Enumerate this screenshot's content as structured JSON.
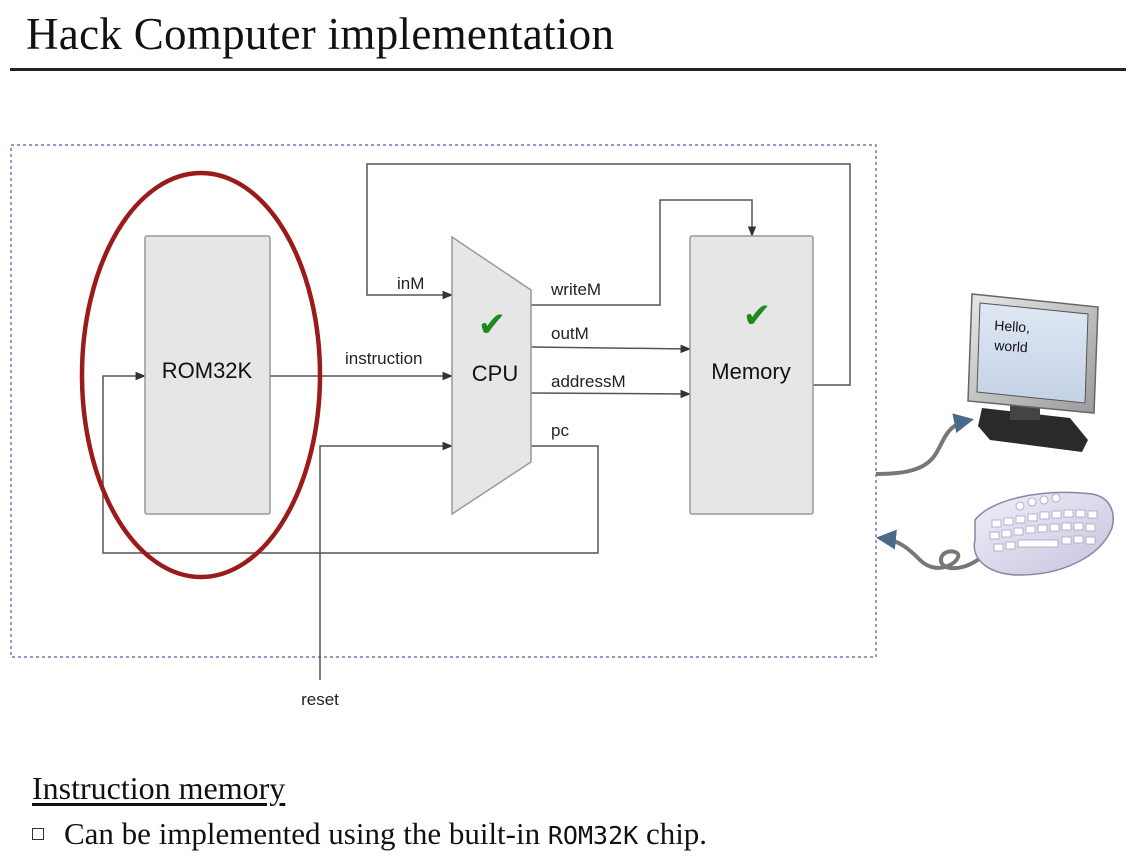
{
  "slide": {
    "title": "Hack Computer implementation"
  },
  "diagram": {
    "rom_label": "ROM32K",
    "cpu_label": "CPU",
    "memory_label": "Memory",
    "signals": {
      "instruction": "instruction",
      "inM": "inM",
      "writeM": "writeM",
      "outM": "outM",
      "addressM": "addressM",
      "pc": "pc",
      "reset": "reset"
    },
    "screen_text_line1": "Hello,",
    "screen_text_line2": "world",
    "check_glyph": "✔",
    "colors": {
      "highlight_ellipse": "#9b1b1b",
      "checkmark": "#1e8a1e",
      "chip_fill": "#e6e6e6",
      "frame_dash": "#5a5aa8"
    }
  },
  "content": {
    "section_heading": "Instruction memory",
    "bullet_text_before": "Can be implemented using the built-in ",
    "bullet_code": "ROM32K",
    "bullet_text_after": " chip."
  }
}
